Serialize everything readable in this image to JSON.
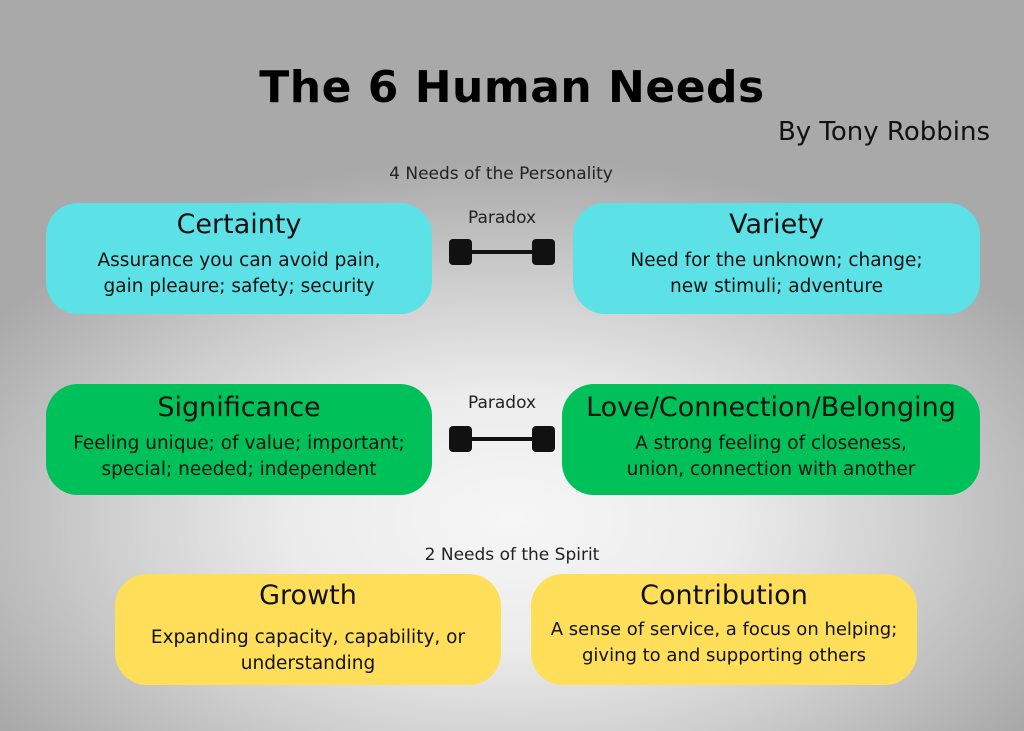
{
  "title": "The 6 Human Needs",
  "byline": "By Tony Robbins",
  "personality_label": "4 Needs of the Personality",
  "spirit_label": "2 Needs of the Spirit",
  "paradox_label": "Paradox",
  "colors": {
    "personality_row1": "#5ce1e6",
    "personality_row2": "#00c05a",
    "spirit": "#ffde59"
  },
  "needs": [
    {
      "title": "Certainty",
      "desc_lines": [
        "Assurance you can avoid pain,",
        "gain pleaure; safety; security"
      ]
    },
    {
      "title": "Variety",
      "desc_lines": [
        "Need for the unknown; change;",
        "new stimuli; adventure"
      ]
    },
    {
      "title": "Significance",
      "desc_lines": [
        "Feeling unique; of value; important;",
        "special; needed; independent"
      ]
    },
    {
      "title": "Love/Connection/Belonging",
      "desc_lines": [
        "A strong feeling of closeness,",
        "union, connection with another"
      ]
    },
    {
      "title": "Growth",
      "desc_lines": [
        "Expanding capacity, capability, or",
        "understanding"
      ]
    },
    {
      "title": "Contribution",
      "desc_lines": [
        "A sense of service, a focus on helping;",
        "giving to and supporting others"
      ]
    }
  ]
}
